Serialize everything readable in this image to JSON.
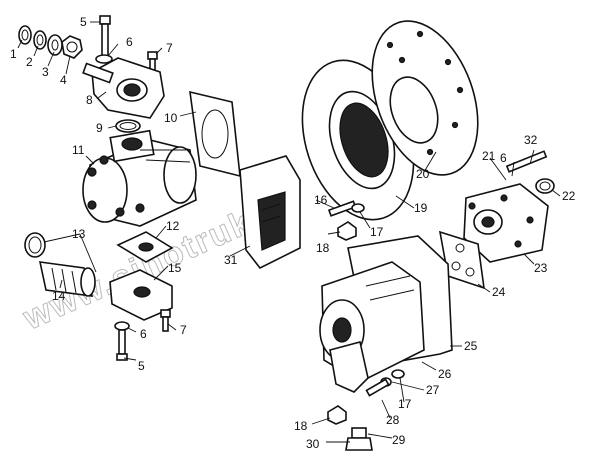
{
  "watermark": "www.sinotruk.kz",
  "callouts": [
    {
      "id": "c1",
      "text": "1"
    },
    {
      "id": "c2",
      "text": "2"
    },
    {
      "id": "c3",
      "text": "3"
    },
    {
      "id": "c4",
      "text": "4"
    },
    {
      "id": "c5a",
      "text": "5"
    },
    {
      "id": "c5b",
      "text": "5"
    },
    {
      "id": "c6a",
      "text": "6"
    },
    {
      "id": "c6b",
      "text": "6"
    },
    {
      "id": "c6c",
      "text": "6"
    },
    {
      "id": "c7a",
      "text": "7"
    },
    {
      "id": "c7b",
      "text": "7"
    },
    {
      "id": "c8",
      "text": "8"
    },
    {
      "id": "c9",
      "text": "9"
    },
    {
      "id": "c10",
      "text": "10"
    },
    {
      "id": "c11",
      "text": "11"
    },
    {
      "id": "c12",
      "text": "12"
    },
    {
      "id": "c13",
      "text": "13"
    },
    {
      "id": "c14",
      "text": "14"
    },
    {
      "id": "c15",
      "text": "15"
    },
    {
      "id": "c16",
      "text": "16"
    },
    {
      "id": "c17a",
      "text": "17"
    },
    {
      "id": "c17b",
      "text": "17"
    },
    {
      "id": "c18a",
      "text": "18"
    },
    {
      "id": "c18b",
      "text": "18"
    },
    {
      "id": "c19",
      "text": "19"
    },
    {
      "id": "c20",
      "text": "20"
    },
    {
      "id": "c21",
      "text": "21"
    },
    {
      "id": "c22",
      "text": "22"
    },
    {
      "id": "c23",
      "text": "23"
    },
    {
      "id": "c24",
      "text": "24"
    },
    {
      "id": "c25",
      "text": "25"
    },
    {
      "id": "c26",
      "text": "26"
    },
    {
      "id": "c27",
      "text": "27"
    },
    {
      "id": "c28",
      "text": "28"
    },
    {
      "id": "c29",
      "text": "29"
    },
    {
      "id": "c30",
      "text": "30"
    },
    {
      "id": "c31",
      "text": "31"
    },
    {
      "id": "c32",
      "text": "32"
    }
  ]
}
